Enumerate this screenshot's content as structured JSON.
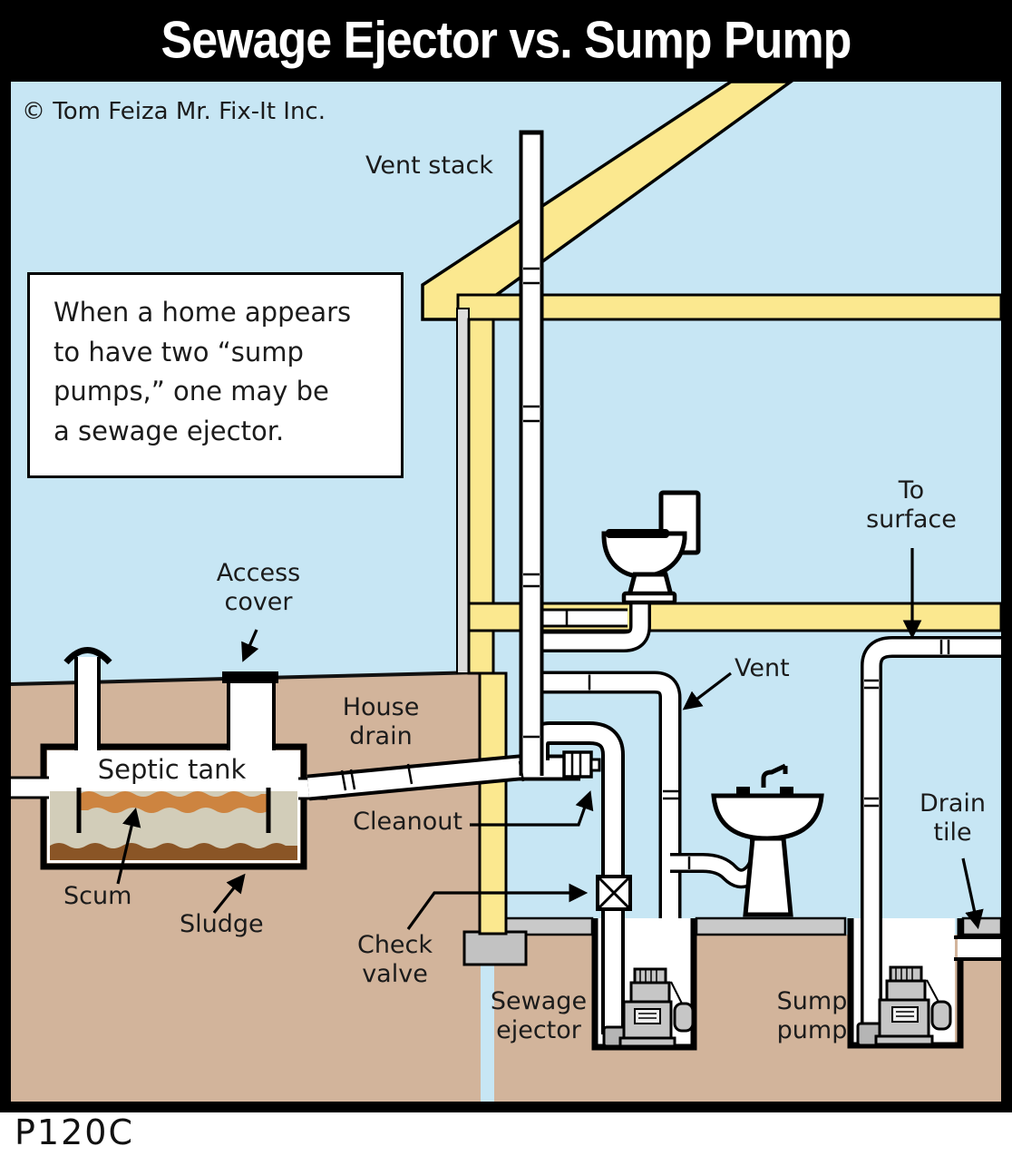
{
  "title": "Sewage Ejector vs. Sump Pump",
  "copyright": "© Tom Feiza Mr. Fix-It Inc.",
  "diagram_code": "P120C",
  "note": "When a home appears\nto have two “sump\npumps,” one may be\na sewage ejector.",
  "labels": {
    "vent_stack": "Vent stack",
    "access_cover": "Access\ncover",
    "house_drain": "House\ndrain",
    "septic_tank": "Septic tank",
    "cleanout": "Cleanout",
    "scum": "Scum",
    "sludge": "Sludge",
    "check_valve": "Check\nvalve",
    "sewage_ejector": "Sewage\nejector",
    "sump_pump": "Sump\npump",
    "to_surface": "To\nsurface",
    "vent": "Vent",
    "drain_tile": "Drain\ntile"
  },
  "colors": {
    "title_bg": "#000000",
    "title_text": "#ffffff",
    "sky": "#c7e6f4",
    "framing_yellow": "#fbe88f",
    "ground_brown": "#d2b49b",
    "scum_orange": "#cd8440",
    "tank_liquid": "#d2cdb9",
    "sludge_brown": "#8a5526",
    "pump_gray": "#c6c6c6",
    "slab_gray": "#c9c9c9",
    "outline": "#000000"
  }
}
